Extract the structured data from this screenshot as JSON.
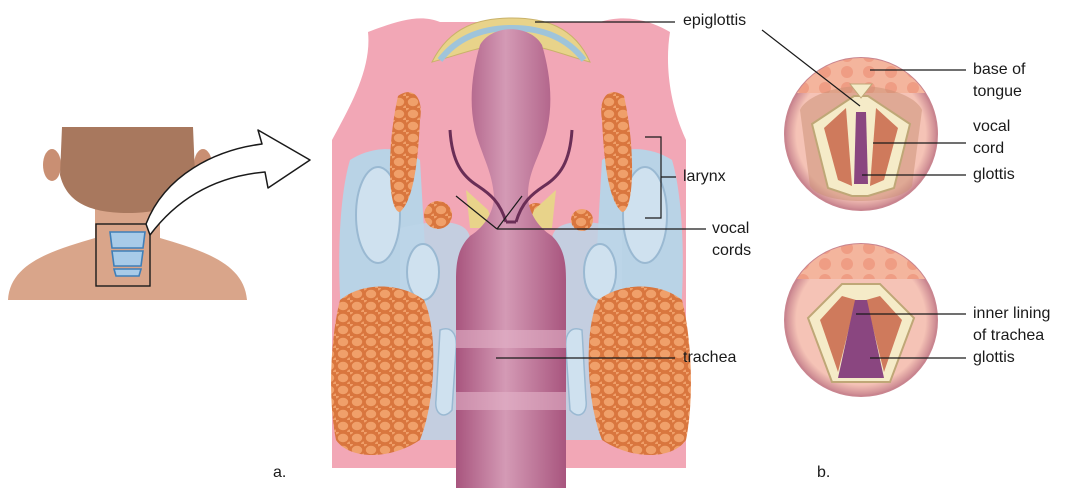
{
  "panel_a": {
    "caption": "a.",
    "labels": {
      "epiglottis": "epiglottis",
      "larynx": "larynx",
      "vocal_cords_line1": "vocal",
      "vocal_cords_line2": "cords",
      "trachea": "trachea"
    }
  },
  "panel_b": {
    "caption": "b.",
    "top_view": {
      "base_of_tongue_line1": "base of",
      "base_of_tongue_line2": "tongue",
      "vocal_cord_line1": "vocal",
      "vocal_cord_line2": "cord",
      "glottis": "glottis"
    },
    "bottom_view": {
      "inner_lining_line1": "inner lining",
      "inner_lining_line2": "of trachea",
      "glottis": "glottis"
    }
  },
  "colors": {
    "skin": "#d9a58a",
    "hair": "#a8785e",
    "tissue_pink": "#f2a7b6",
    "cartilage_blue": "#b9d3e6",
    "muscle_orange": "#d9763e",
    "trachea_mauve": "#c47a9c",
    "label_line": "#1a1a1a"
  }
}
